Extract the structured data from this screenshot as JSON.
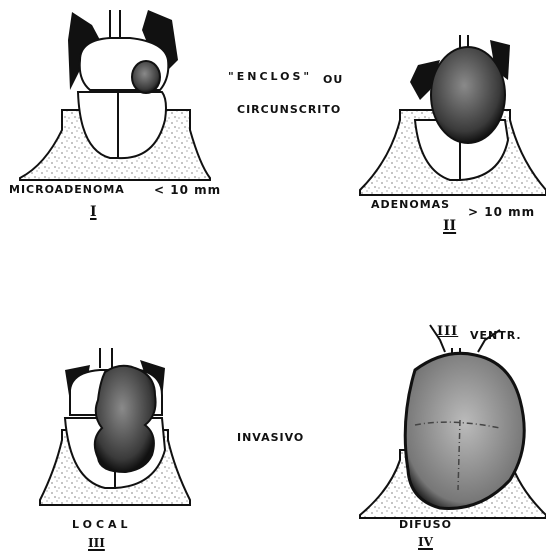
{
  "header": {
    "enclosed": "\"ENCLOS\"",
    "or": "OU",
    "circumscribed": "CIRCUNSCRITO",
    "invasive": "INVASIVO"
  },
  "panels": [
    {
      "label": "MICROADENOMA",
      "size": "< 10 mm",
      "roman": "I"
    },
    {
      "label": "ADENOMAS",
      "size": "> 10 mm",
      "roman": "II"
    },
    {
      "label": "LOCAL",
      "roman": "III"
    },
    {
      "label": "DIFUSO",
      "roman": "IV",
      "ventricle_label": "VENTR.",
      "ventricle_roman": "III"
    }
  ]
}
